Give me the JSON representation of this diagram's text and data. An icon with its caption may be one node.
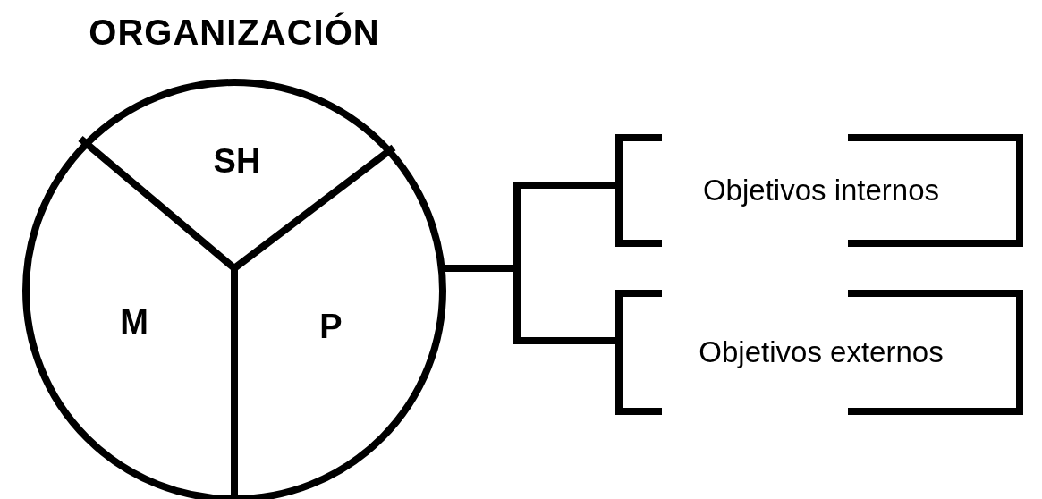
{
  "diagram": {
    "nodes": [
      {
        "text": [
          "ORGANIZACIÓN"
        ]
      },
      {
        "text": [
          "SH"
        ],
        "in": 0
      },
      {
        "text": [
          "M"
        ],
        "in": 0
      },
      {
        "text": [
          "P"
        ],
        "in": 0
      },
      {
        "text": [
          "Objetivos internos"
        ]
      },
      {
        "text": [
          "Objetivos externos"
        ]
      }
    ],
    "edges": [
      {
        "from": 0,
        "to": 4,
        "arrow": "none"
      },
      {
        "from": 0,
        "to": 5,
        "arrow": "none"
      }
    ]
  }
}
